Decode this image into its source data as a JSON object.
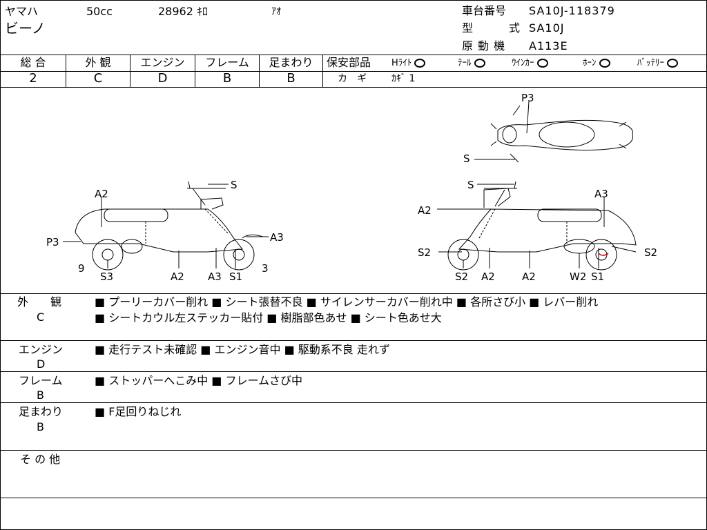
{
  "header": {
    "maker": "ヤマハ",
    "model_name": "ビーノ",
    "displacement": "50cc",
    "mileage": "28962 ｷﾛ",
    "color": "ｱｵ",
    "frame_no_label": "車台番号",
    "frame_no": "SA10J-118379",
    "type_label_1": "型",
    "type_label_2": "式",
    "type": "SA10J",
    "engine_label": "原 動 機",
    "engine": "A113E"
  },
  "grades": {
    "headers": [
      "総 合",
      "外 観",
      "エンジン",
      "フレーム",
      "足まわり"
    ],
    "values": [
      "2",
      "C",
      "D",
      "B",
      "B"
    ]
  },
  "safety": {
    "label": "保安部品",
    "items": [
      "Hﾗｲﾄ",
      "ﾃｰﾙ",
      "ｳｲﾝｶｰ",
      "ﾎｰﾝ",
      "ﾊﾞｯﾃﾘｰ"
    ],
    "key_label": "カ　ギ",
    "key_value": "ｶｷﾞ 1"
  },
  "diagram": {
    "top_view": [
      "P3",
      "S"
    ],
    "left_view": [
      "S",
      "A2",
      "P3",
      "A3",
      "9",
      "3",
      "S3",
      "A2",
      "A3",
      "S1"
    ],
    "right_view": [
      "S",
      "A3",
      "A2",
      "S2",
      "S2",
      "S2",
      "A2",
      "A2",
      "W2",
      "S1"
    ]
  },
  "remarks": [
    {
      "label": "外　　観",
      "grade": "C",
      "lines": [
        "■ プーリーカバー削れ ■ シート張替不良 ■ サイレンサーカバー削れ中 ■ 各所さび小 ■ レバー削れ",
        "■ シートカウル左ステッカー貼付 ■ 樹脂部色あせ ■ シート色あせ大"
      ]
    },
    {
      "label": "エンジン",
      "grade": "D",
      "lines": [
        "■ 走行テスト未確認 ■ エンジン音中 ■ 駆動系不良 走れず"
      ]
    },
    {
      "label": "フレーム",
      "grade": "B",
      "lines": [
        "■ ストッパーへこみ中 ■ フレームさび中"
      ]
    },
    {
      "label": "足まわり",
      "grade": "B",
      "lines": [
        "■ F足回りねじれ"
      ]
    },
    {
      "label": "そ の 他",
      "grade": "",
      "lines": []
    }
  ]
}
